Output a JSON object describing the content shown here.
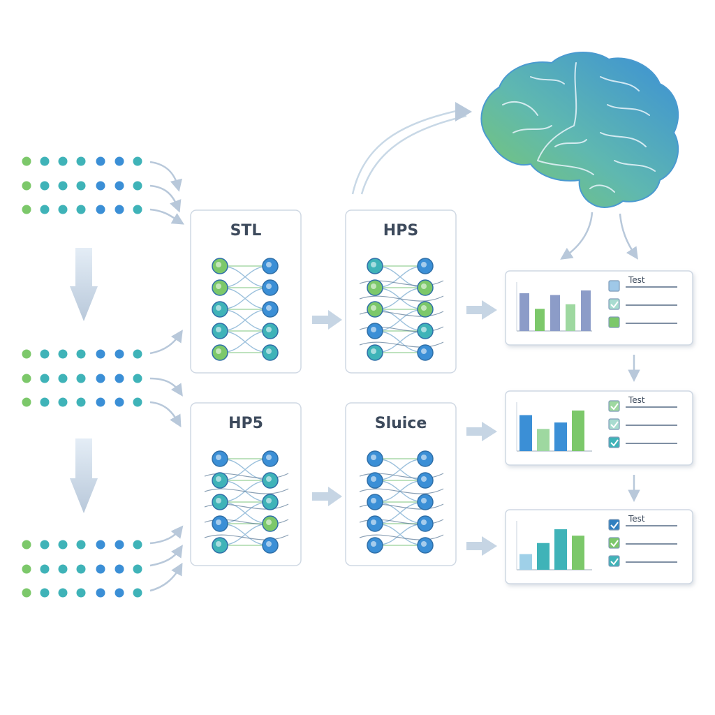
{
  "colors": {
    "blue": "#3b8fd6",
    "teal": "#3fb3b8",
    "green": "#7cc86a",
    "arrow": "#b8c8da",
    "card_border": "#cfd8e3",
    "text": "#3d4a5c"
  },
  "dot_rows": [
    [
      "green",
      "teal",
      "teal",
      "teal",
      "blue",
      "blue",
      "teal"
    ],
    [
      "green",
      "teal",
      "teal",
      "teal",
      "blue",
      "blue",
      "teal"
    ],
    [
      "green",
      "teal",
      "teal",
      "teal",
      "blue",
      "blue",
      "teal"
    ],
    [
      "green",
      "teal",
      "teal",
      "teal",
      "blue",
      "blue",
      "teal"
    ],
    [
      "green",
      "teal",
      "teal",
      "teal",
      "blue",
      "blue",
      "teal"
    ],
    [
      "green",
      "teal",
      "teal",
      "teal",
      "blue",
      "blue",
      "teal"
    ],
    [
      "green",
      "teal",
      "teal",
      "teal",
      "blue",
      "blue",
      "teal"
    ],
    [
      "green",
      "teal",
      "teal",
      "teal",
      "blue",
      "blue",
      "teal"
    ],
    [
      "green",
      "teal",
      "teal",
      "teal",
      "blue",
      "blue",
      "teal"
    ]
  ],
  "boxes": [
    {
      "label": "STL",
      "left": [
        "green",
        "green",
        "teal",
        "teal",
        "green"
      ],
      "right": [
        "blue",
        "blue",
        "blue",
        "teal",
        "teal"
      ]
    },
    {
      "label": "HPS",
      "left": [
        "teal",
        "green",
        "green",
        "blue",
        "teal"
      ],
      "right": [
        "blue",
        "green",
        "green",
        "teal",
        "blue"
      ]
    },
    {
      "label": "HP5",
      "left": [
        "blue",
        "teal",
        "teal",
        "blue",
        "teal"
      ],
      "right": [
        "blue",
        "teal",
        "teal",
        "green",
        "blue"
      ]
    },
    {
      "label": "Sluice",
      "left": [
        "blue",
        "blue",
        "blue",
        "blue",
        "blue"
      ],
      "right": [
        "blue",
        "blue",
        "blue",
        "blue",
        "blue"
      ]
    }
  ],
  "results": [
    {
      "label": "Test",
      "bars": [
        {
          "v": 0.82,
          "c": "#8c9cc8"
        },
        {
          "v": 0.48,
          "c": "#7cc86a"
        },
        {
          "v": 0.78,
          "c": "#8c9cc8"
        },
        {
          "v": 0.58,
          "c": "#9ed8a0"
        },
        {
          "v": 0.88,
          "c": "#8c9cc8"
        }
      ],
      "checks": [
        {
          "c": "#9fc8e8",
          "checked": false
        },
        {
          "c": "#a8dcd0",
          "checked": true
        },
        {
          "c": "#7cc86a",
          "checked": false
        }
      ]
    },
    {
      "label": "Test",
      "bars": [
        {
          "v": 0.78,
          "c": "#3b8fd6"
        },
        {
          "v": 0.48,
          "c": "#9ed8a0"
        },
        {
          "v": 0.62,
          "c": "#3b8fd6"
        },
        {
          "v": 0.88,
          "c": "#7cc86a"
        }
      ],
      "checks": [
        {
          "c": "#9ed8a0",
          "checked": true
        },
        {
          "c": "#a8dcd0",
          "checked": true
        },
        {
          "c": "#3fb3b8",
          "checked": true
        }
      ]
    },
    {
      "label": "Test",
      "bars": [
        {
          "v": 0.34,
          "c": "#9fd0e8"
        },
        {
          "v": 0.58,
          "c": "#3fb3b8"
        },
        {
          "v": 0.88,
          "c": "#3fb3b8"
        },
        {
          "v": 0.74,
          "c": "#7cc86a"
        }
      ],
      "checks": [
        {
          "c": "#2f7fc0",
          "checked": true
        },
        {
          "c": "#7cc86a",
          "checked": true
        },
        {
          "c": "#3fb3b8",
          "checked": true
        }
      ]
    }
  ]
}
